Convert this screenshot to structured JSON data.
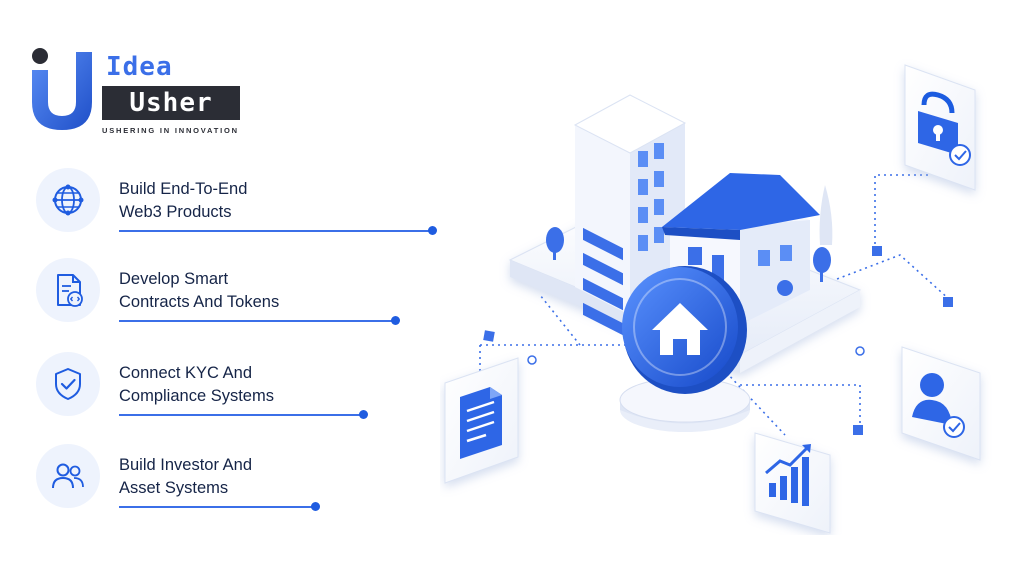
{
  "brand": {
    "name_top": "Idea",
    "name_bottom": "Usher",
    "tagline": "USHERING IN INNOVATION",
    "colors": {
      "primary": "#3b6fe8",
      "dark": "#2b2d35",
      "text": "#152447"
    }
  },
  "features": [
    {
      "icon": "globe-network-icon",
      "line1": "Build End-To-End",
      "line2": "Web3 Products"
    },
    {
      "icon": "code-document-icon",
      "line1": "Develop Smart",
      "line2": "Contracts And Tokens"
    },
    {
      "icon": "shield-check-icon",
      "line1": "Connect KYC And",
      "line2": "Compliance Systems"
    },
    {
      "icon": "users-icon",
      "line1": "Build Investor And",
      "line2": "Asset Systems"
    }
  ],
  "illustration": {
    "center": "house-token-icon",
    "cards": [
      "lock-check-icon",
      "user-check-icon",
      "growth-chart-icon",
      "document-icon"
    ]
  }
}
